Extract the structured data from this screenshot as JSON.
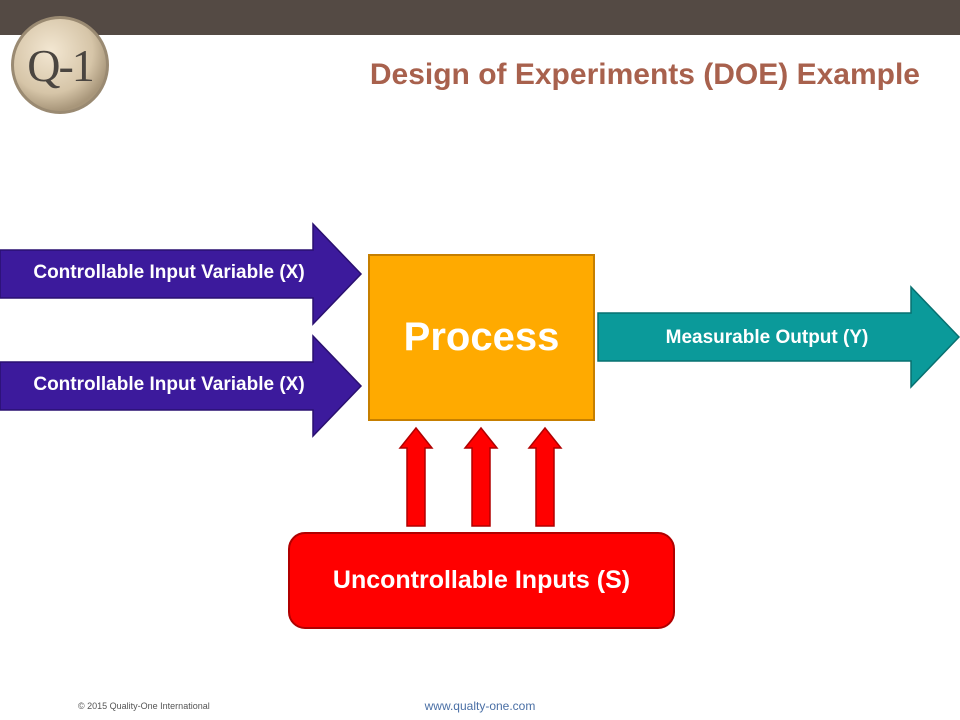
{
  "header": {
    "logo_text": "Q-1",
    "title": "Design of Experiments (DOE) Example"
  },
  "diagram": {
    "inputs": [
      {
        "label": "Controllable Input Variable (X)"
      },
      {
        "label": "Controllable Input Variable (X)"
      }
    ],
    "process_label": "Process",
    "output_label": "Measurable Output (Y)",
    "uncontrollable_label": "Uncontrollable Inputs (S)",
    "colors": {
      "input_arrow": "#3c1a9c",
      "process_box": "#ffaa00",
      "output_arrow": "#0b9a9a",
      "uncontrollable": "#ff0000",
      "title": "#a8614d",
      "top_bar": "#544a44"
    }
  },
  "footer": {
    "copyright": "© 2015 Quality-One International",
    "url": "www.qualty-one.com"
  }
}
